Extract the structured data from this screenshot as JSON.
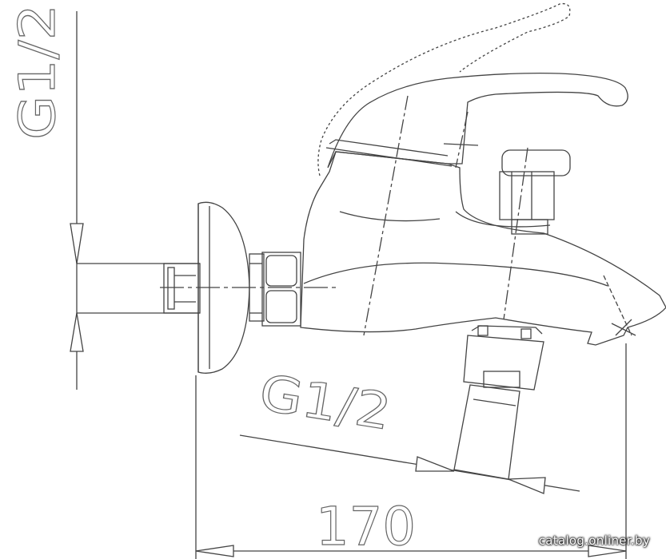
{
  "diagram": {
    "labels": {
      "thread_left": "G1/2",
      "thread_bottom": "G1/2",
      "dimension_width": "170"
    }
  },
  "watermark": "catalog.onliner.by"
}
